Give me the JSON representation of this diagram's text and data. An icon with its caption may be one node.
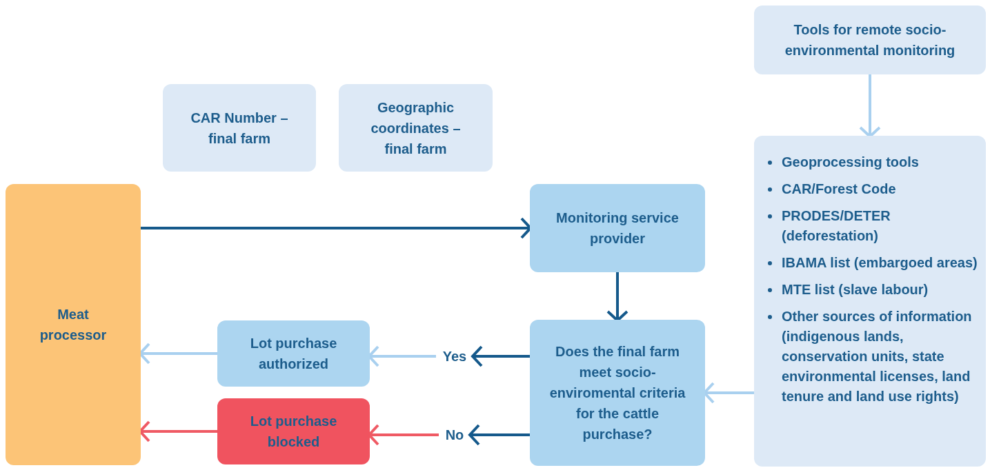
{
  "diagram": {
    "nodes": [
      {
        "text": [
          "Tools for remote socio-environmental monitoring"
        ]
      },
      {
        "text": [
          "CAR Number – final farm"
        ]
      },
      {
        "text": [
          "Geographic coordinates – final farm"
        ]
      },
      {
        "text": [
          "Meat processor"
        ]
      },
      {
        "text": [
          "Monitoring service provider"
        ]
      },
      {
        "text": [
          "Geoprocessing tools",
          "CAR/Forest Code",
          "PRODES/DETER (deforestation)",
          "IBAMA list (embargoed areas)",
          "MTE list (slave labour)",
          "Other sources of information (indigenous lands, conservation units, state environmental licenses, land tenure and land use rights)"
        ]
      },
      {
        "text": [
          "Lot purchase authorized"
        ]
      },
      {
        "text": [
          "Yes"
        ]
      },
      {
        "text": [
          "Does the final farm meet socio-enviromental criteria for the cattle purchase?"
        ]
      },
      {
        "text": [
          "Lot purchase blocked"
        ]
      },
      {
        "text": [
          "No"
        ]
      }
    ],
    "edges": [
      {
        "from": 0,
        "to": 5,
        "arrow": "to",
        "color": "#a9d0ef"
      },
      {
        "from": 3,
        "to": 4,
        "arrow": "to",
        "color": "#15598b"
      },
      {
        "from": 4,
        "to": 8,
        "arrow": "to",
        "color": "#15598b"
      },
      {
        "from": 5,
        "to": 8,
        "arrow": "to",
        "color": "#a9d0ef"
      },
      {
        "from": 8,
        "to": 7,
        "arrow": "to",
        "color": "#15598b"
      },
      {
        "from": 7,
        "to": 6,
        "arrow": "to",
        "color": "#a9d0ef"
      },
      {
        "from": 6,
        "to": 3,
        "arrow": "to",
        "color": "#a9d0ef"
      },
      {
        "from": 8,
        "to": 10,
        "arrow": "to",
        "color": "#15598b"
      },
      {
        "from": 10,
        "to": 9,
        "arrow": "to",
        "color": "#ef5a64"
      },
      {
        "from": 9,
        "to": 3,
        "arrow": "to",
        "color": "#ef5a64"
      }
    ]
  }
}
